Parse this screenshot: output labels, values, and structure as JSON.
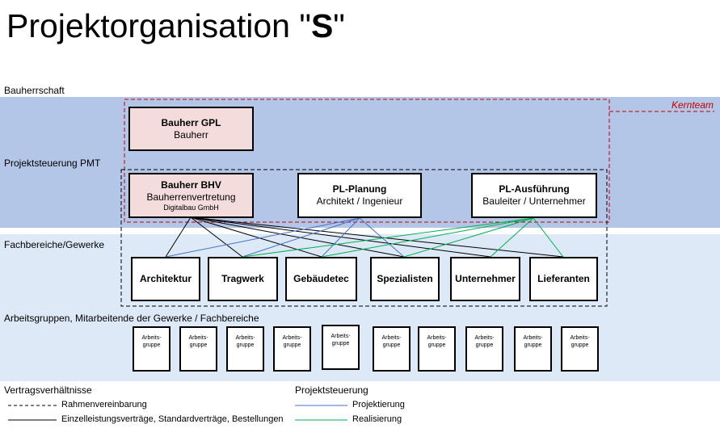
{
  "title": {
    "prefix": "Projektorganisation \"",
    "bold": "S",
    "suffix": "\""
  },
  "sections": {
    "bauherrschaft": "Bauherrschaft",
    "projektsteuerung": "Projektsteuerung PMT",
    "fachbereiche": "Fachbereiche/Gewerke",
    "arbeitsgruppen": "Arbeitsgruppen, Mitarbeitende der Gewerke / Fachbereiche"
  },
  "kernteam": "Kernteam",
  "boxes": {
    "gpl": {
      "line1": "Bauherr GPL",
      "line2": "Bauherr"
    },
    "bhv": {
      "line1": "Bauherr BHV",
      "line2": "Bauherrenvertretung",
      "line3": "Digitalbau GmbH"
    },
    "planung": {
      "line1": "PL-Planung",
      "line2": "Architekt / Ingenieur"
    },
    "ausfuehrung": {
      "line1": "PL-Ausführung",
      "line2": "Bauleiter / Unternehmer"
    }
  },
  "fachbereiche": [
    "Architektur",
    "Tragwerk",
    "Gebäudetec",
    "Spezialisten",
    "Unternehmer",
    "Lieferanten"
  ],
  "arbeitsgruppe_label": "Arbeits-\ngruppe",
  "legend": {
    "vertrag_title": "Vertragsverhältnisse",
    "rahmen": "Rahmenvereinbarung",
    "einzel": "Einzelleistungsverträge, Standardverträge, Bestellungen",
    "steuerung_title": "Projektsteuerung",
    "projektierung": "Projektierung",
    "realisierung": "Realisierung"
  },
  "colors": {
    "band_top": "#b4c6e7",
    "band_mid": "#dde9f6",
    "pink": "#f4dcdc",
    "kernteam_red": "#c00000",
    "projektierung_blue": "#4472c4",
    "realisierung_green": "#00b050"
  }
}
